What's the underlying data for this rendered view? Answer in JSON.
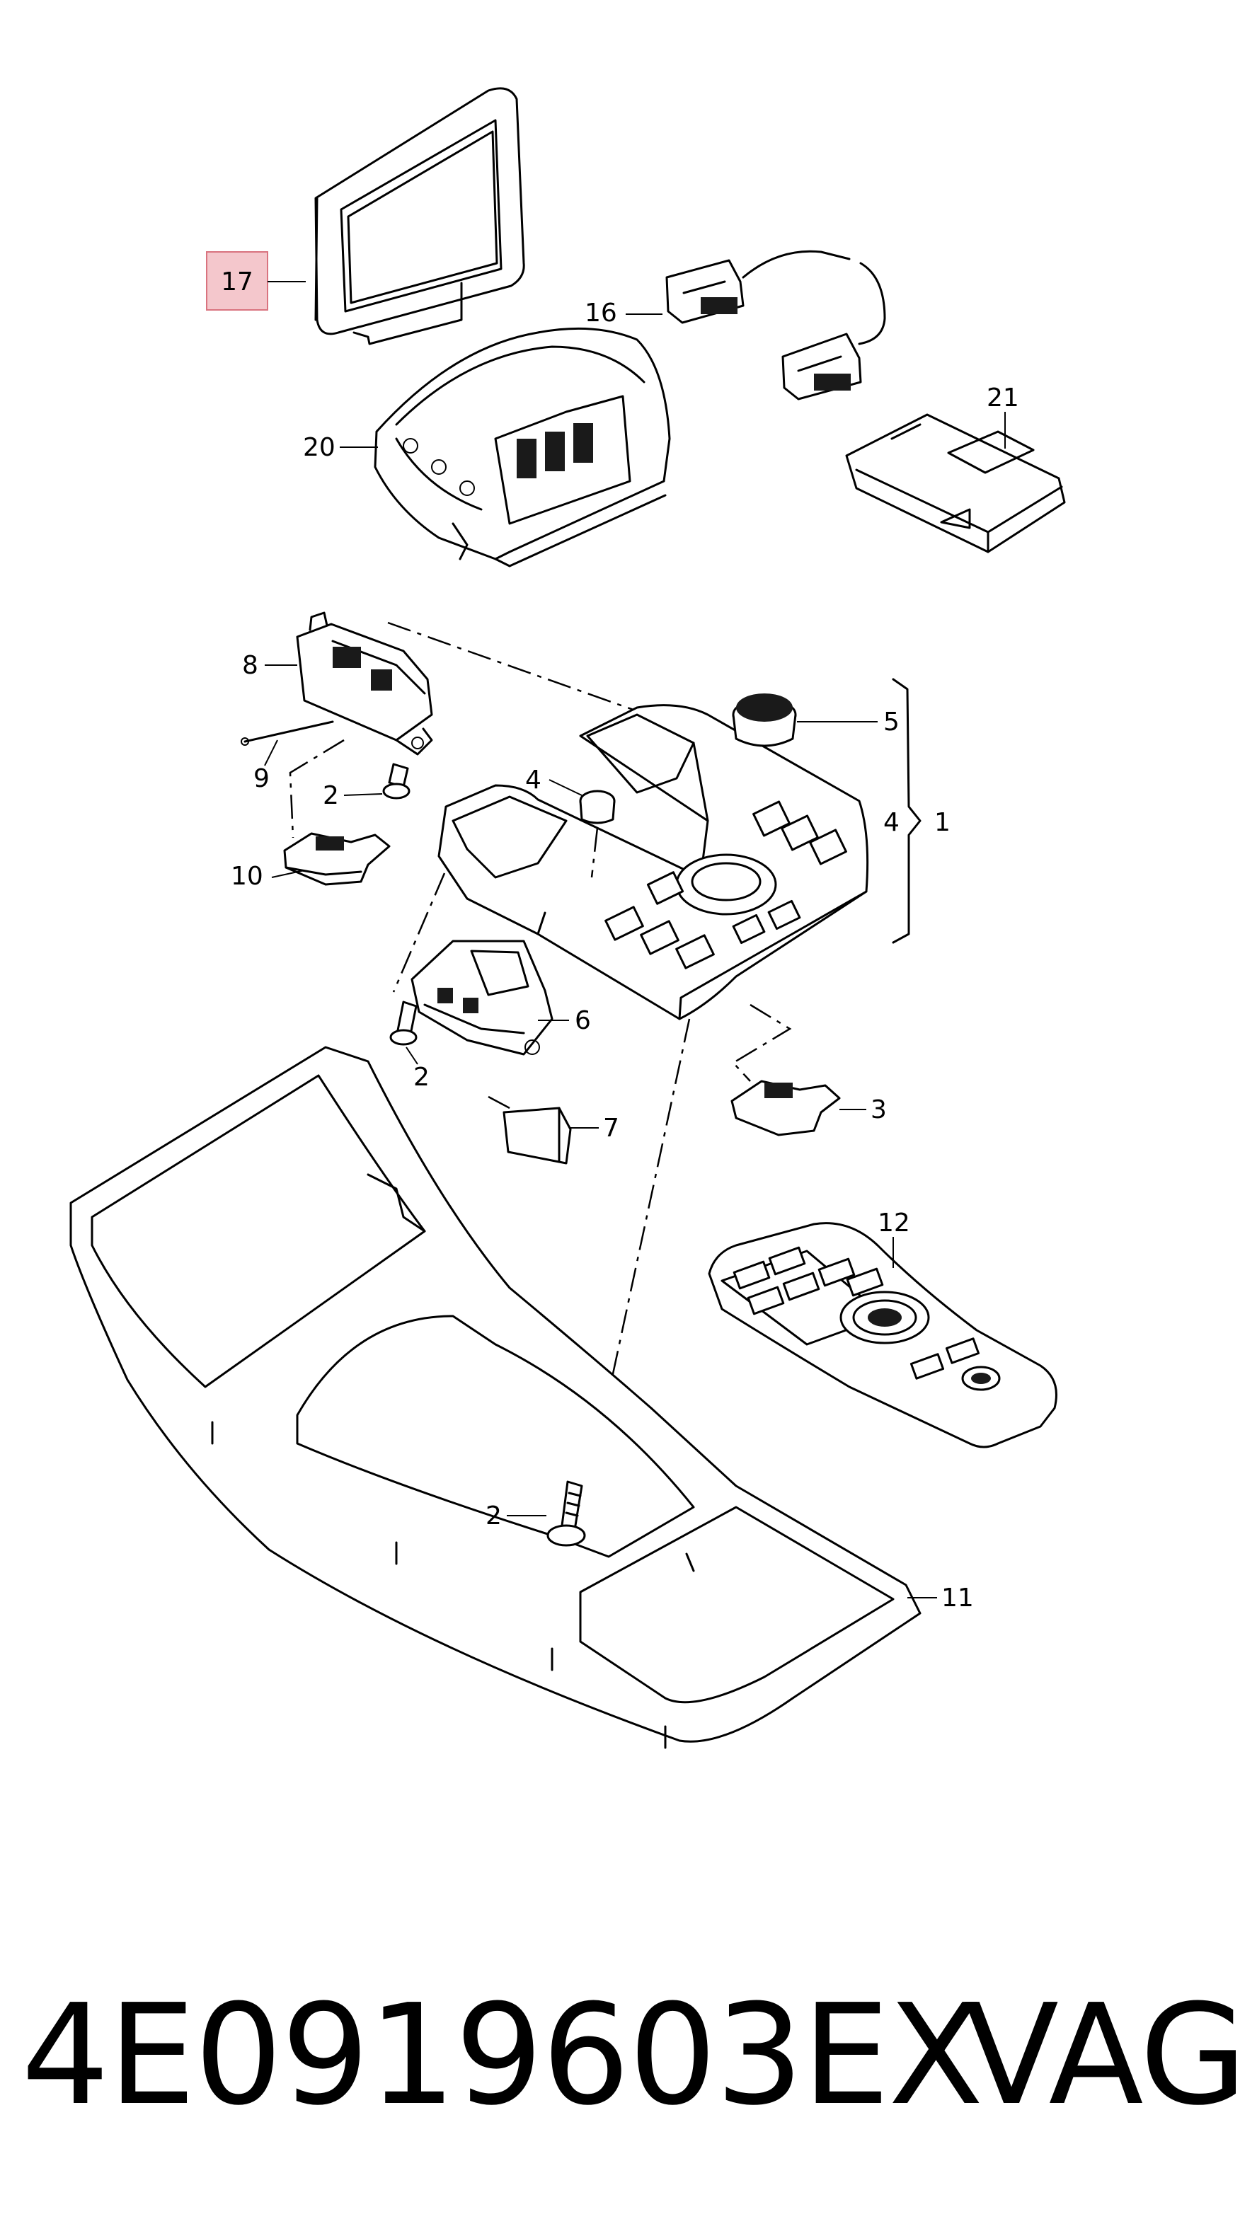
{
  "diagram": {
    "callouts": {
      "c1": "1",
      "c2a": "2",
      "c2b": "2",
      "c2c": "2",
      "c3": "3",
      "c4a": "4",
      "c4b": "4",
      "c5": "5",
      "c6": "6",
      "c7": "7",
      "c8": "8",
      "c9": "9",
      "c10": "10",
      "c11": "11",
      "c12": "12",
      "c16": "16",
      "c17": "17",
      "c20": "20",
      "c21": "21"
    },
    "highlighted_callout": "17",
    "highlight_color": "#f4c7cc",
    "highlight_border_color": "#d9737f"
  },
  "footer": {
    "part_number": "4E0919603EX",
    "brand": "VAG"
  }
}
